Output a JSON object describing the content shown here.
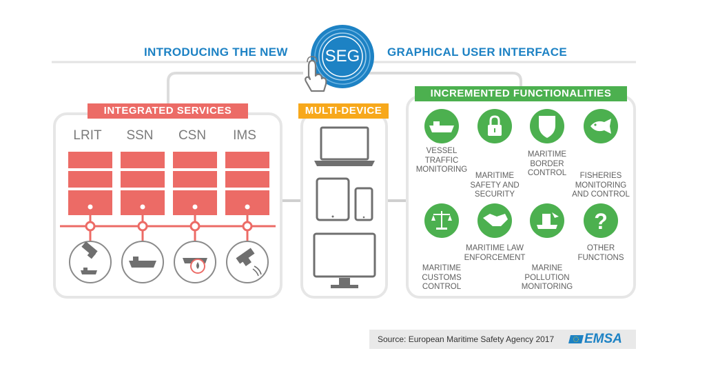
{
  "header": {
    "left": "INTRODUCING THE NEW",
    "badge": "SEG",
    "right": "GRAPHICAL USER INTERFACE"
  },
  "integrated": {
    "title": "INTEGRATED SERVICES",
    "services": [
      "LRIT",
      "SSN",
      "CSN",
      "IMS"
    ]
  },
  "multi": {
    "title": "MULTI-DEVICE"
  },
  "functions": {
    "title": "INCREMENTED FUNCTIONALITIES",
    "top": [
      {
        "icon": "ship-icon",
        "label": "VESSEL\nTRAFFIC\nMONITORING"
      },
      {
        "icon": "padlock-icon",
        "label": "MARITIME\nSAFETY AND\nSECURITY"
      },
      {
        "icon": "shield-icon",
        "label": "MARITIME\nBORDER\nCONTROL"
      },
      {
        "icon": "fish-icon",
        "label": "FISHERIES\nMONITORING\nAND CONTROL"
      }
    ],
    "bottom": [
      {
        "icon": "scales-icon",
        "label": "MARITIME\nCUSTOMS\nCONTROL"
      },
      {
        "icon": "handshake-icon",
        "label": "MARITIME LAW\nENFORCEMENT"
      },
      {
        "icon": "pollution-icon",
        "label": "MARINE\nPOLLUTION\nMONITORING"
      },
      {
        "icon": "question-icon",
        "label": "OTHER\nFUNCTIONS"
      }
    ]
  },
  "footer": {
    "source": "Source: European Maritime Safety Agency 2017",
    "logo": "EMSA"
  },
  "colors": {
    "blue": "#1d82c4",
    "red": "#ec6b66",
    "orange": "#f7a81b",
    "green": "#4cb04f",
    "line": "#cfcfcf"
  }
}
